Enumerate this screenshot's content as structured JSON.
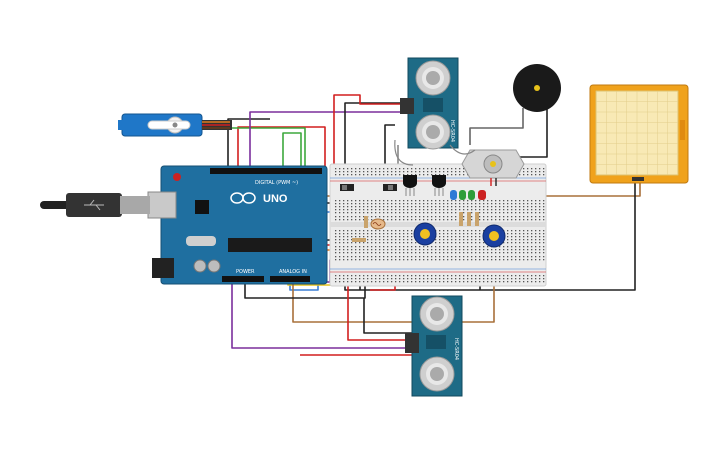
{
  "arduino": {
    "brand_label": "UNO",
    "digital_header_label": "DIGITAL (PWM ~)",
    "power_label": "POWER",
    "analog_label": "ANALOG IN"
  },
  "sensors": {
    "sensor_label": "HC-SR04"
  },
  "colors": {
    "arduino_board": "#1f6fa0",
    "breadboard": "#ececec",
    "sensor_board": "#1e6b86",
    "lcd_frame": "#f0a21c",
    "lcd_screen": "#f8e9b5",
    "servo_body": "#1f77c8",
    "wire_red": "#d21f1f",
    "wire_black": "#222222",
    "wire_green": "#3da83d",
    "wire_purple": "#7b2f9c",
    "wire_blue": "#3a7fd6",
    "wire_yellow": "#e8c21a",
    "wire_brown": "#a8703a",
    "wire_orange": "#e07a1e"
  },
  "components": [
    {
      "name": "arduino-uno",
      "icon": "arduino-board"
    },
    {
      "name": "breadboard",
      "icon": "breadboard"
    },
    {
      "name": "servo-motor",
      "icon": "servo-icon"
    },
    {
      "name": "ultrasonic-sensor-top",
      "icon": "ultrasonic-icon"
    },
    {
      "name": "ultrasonic-sensor-bottom",
      "icon": "ultrasonic-icon"
    },
    {
      "name": "piezo-buzzer",
      "icon": "buzzer-icon"
    },
    {
      "name": "dc-motor",
      "icon": "motor-icon"
    },
    {
      "name": "lcd-display",
      "icon": "lcd-icon"
    },
    {
      "name": "potentiometer-1",
      "icon": "potentiometer-icon"
    },
    {
      "name": "potentiometer-2",
      "icon": "potentiometer-icon"
    },
    {
      "name": "photoresistor",
      "icon": "ldr-icon"
    },
    {
      "name": "transistor-1",
      "icon": "transistor-icon"
    },
    {
      "name": "transistor-2",
      "icon": "transistor-icon"
    },
    {
      "name": "led-blue",
      "icon": "led-icon"
    },
    {
      "name": "led-green",
      "icon": "led-icon"
    },
    {
      "name": "usb-cable",
      "icon": "usb-icon"
    }
  ]
}
